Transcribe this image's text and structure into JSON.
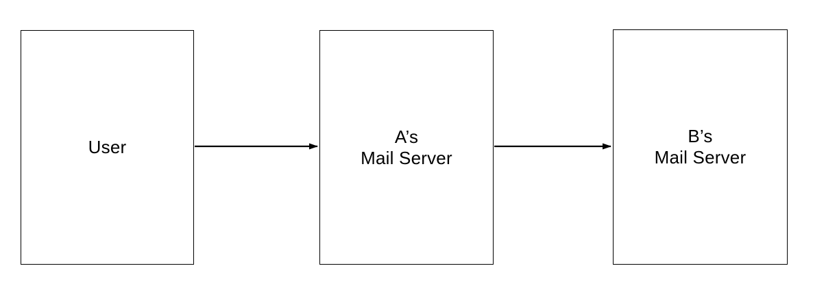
{
  "diagram": {
    "background_color": "#ffffff",
    "line_color": "#000000",
    "nodes": [
      {
        "id": "user",
        "lines": [
          "User"
        ]
      },
      {
        "id": "a-mail-server",
        "lines": [
          "A’s",
          "Mail Server"
        ]
      },
      {
        "id": "b-mail-server",
        "lines": [
          "B’s",
          "Mail Server"
        ]
      }
    ],
    "edges": [
      {
        "from": "user",
        "to": "a-mail-server",
        "direction": "right",
        "label": ""
      },
      {
        "from": "a-mail-server",
        "to": "b-mail-server",
        "direction": "right",
        "label": ""
      }
    ]
  }
}
